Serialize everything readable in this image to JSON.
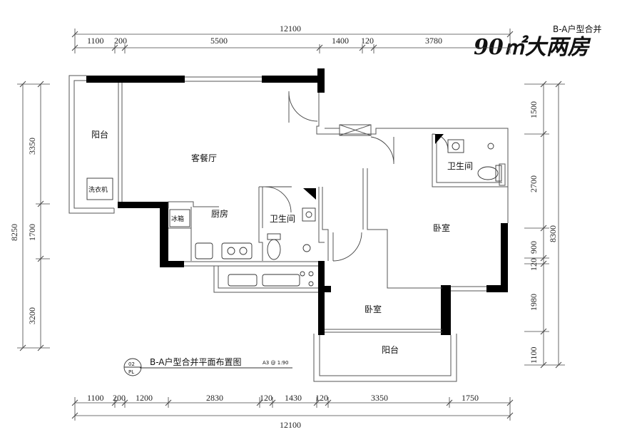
{
  "header": {
    "plan_name": "B-A户型合并",
    "headline": "90㎡大两房"
  },
  "dimensions": {
    "top_total": "12100",
    "top_segments": [
      "1100",
      "200",
      "5500",
      "1400",
      "120",
      "3780"
    ],
    "bottom_total": "12100",
    "bottom_segments": [
      "1100",
      "200",
      "1200",
      "2830",
      "120",
      "1430",
      "120",
      "3350",
      "1750"
    ],
    "left_total": "8250",
    "left_segments": [
      "3350",
      "1700",
      "3200"
    ],
    "right_total": "8300",
    "right_segments": [
      "1500",
      "2700",
      "900",
      "120",
      "1980",
      "1100"
    ]
  },
  "rooms": {
    "balcony_top": "阳台",
    "washer": "洗衣机",
    "living_dining": "客餐厅",
    "fridge": "冰箱",
    "kitchen": "厨房",
    "bathroom_1": "卫生间",
    "bathroom_2": "卫生间",
    "bedroom_1": "卧室",
    "bedroom_2": "卧室",
    "balcony_bottom": "阳台"
  },
  "caption": {
    "number": "02",
    "code": "PL",
    "title": "B-A户型合并平面布置图",
    "scale": "A3 @ 1:90"
  }
}
